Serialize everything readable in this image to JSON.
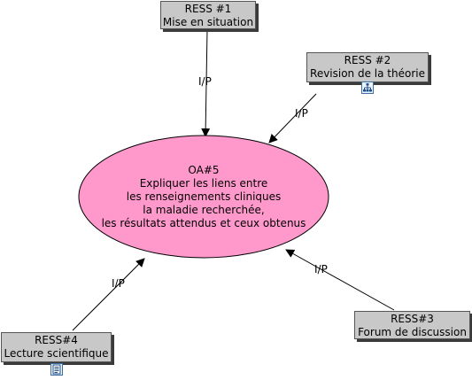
{
  "concept": {
    "lines": [
      "OA#5",
      "Expliquer les liens entre",
      "les renseignements cliniques",
      "la maladie recherchée,",
      "les résultats attendus et ceux obtenus"
    ],
    "fill": "#ff99cc"
  },
  "resources": {
    "r1": {
      "line1": "RESS #1",
      "line2": "Mise en situation"
    },
    "r2": {
      "line1": "RESS #2",
      "line2": "Revision de la théorie",
      "icon": "hierarchy-icon"
    },
    "r3": {
      "line1": "RESS#3",
      "line2": "Forum de discussion"
    },
    "r4": {
      "line1": "RESS#4",
      "line2": "Lecture scientifique",
      "icon": "document-icon"
    }
  },
  "links": {
    "l1": "I/P",
    "l2": "I/P",
    "l3": "I/P",
    "l4": "I/P"
  }
}
